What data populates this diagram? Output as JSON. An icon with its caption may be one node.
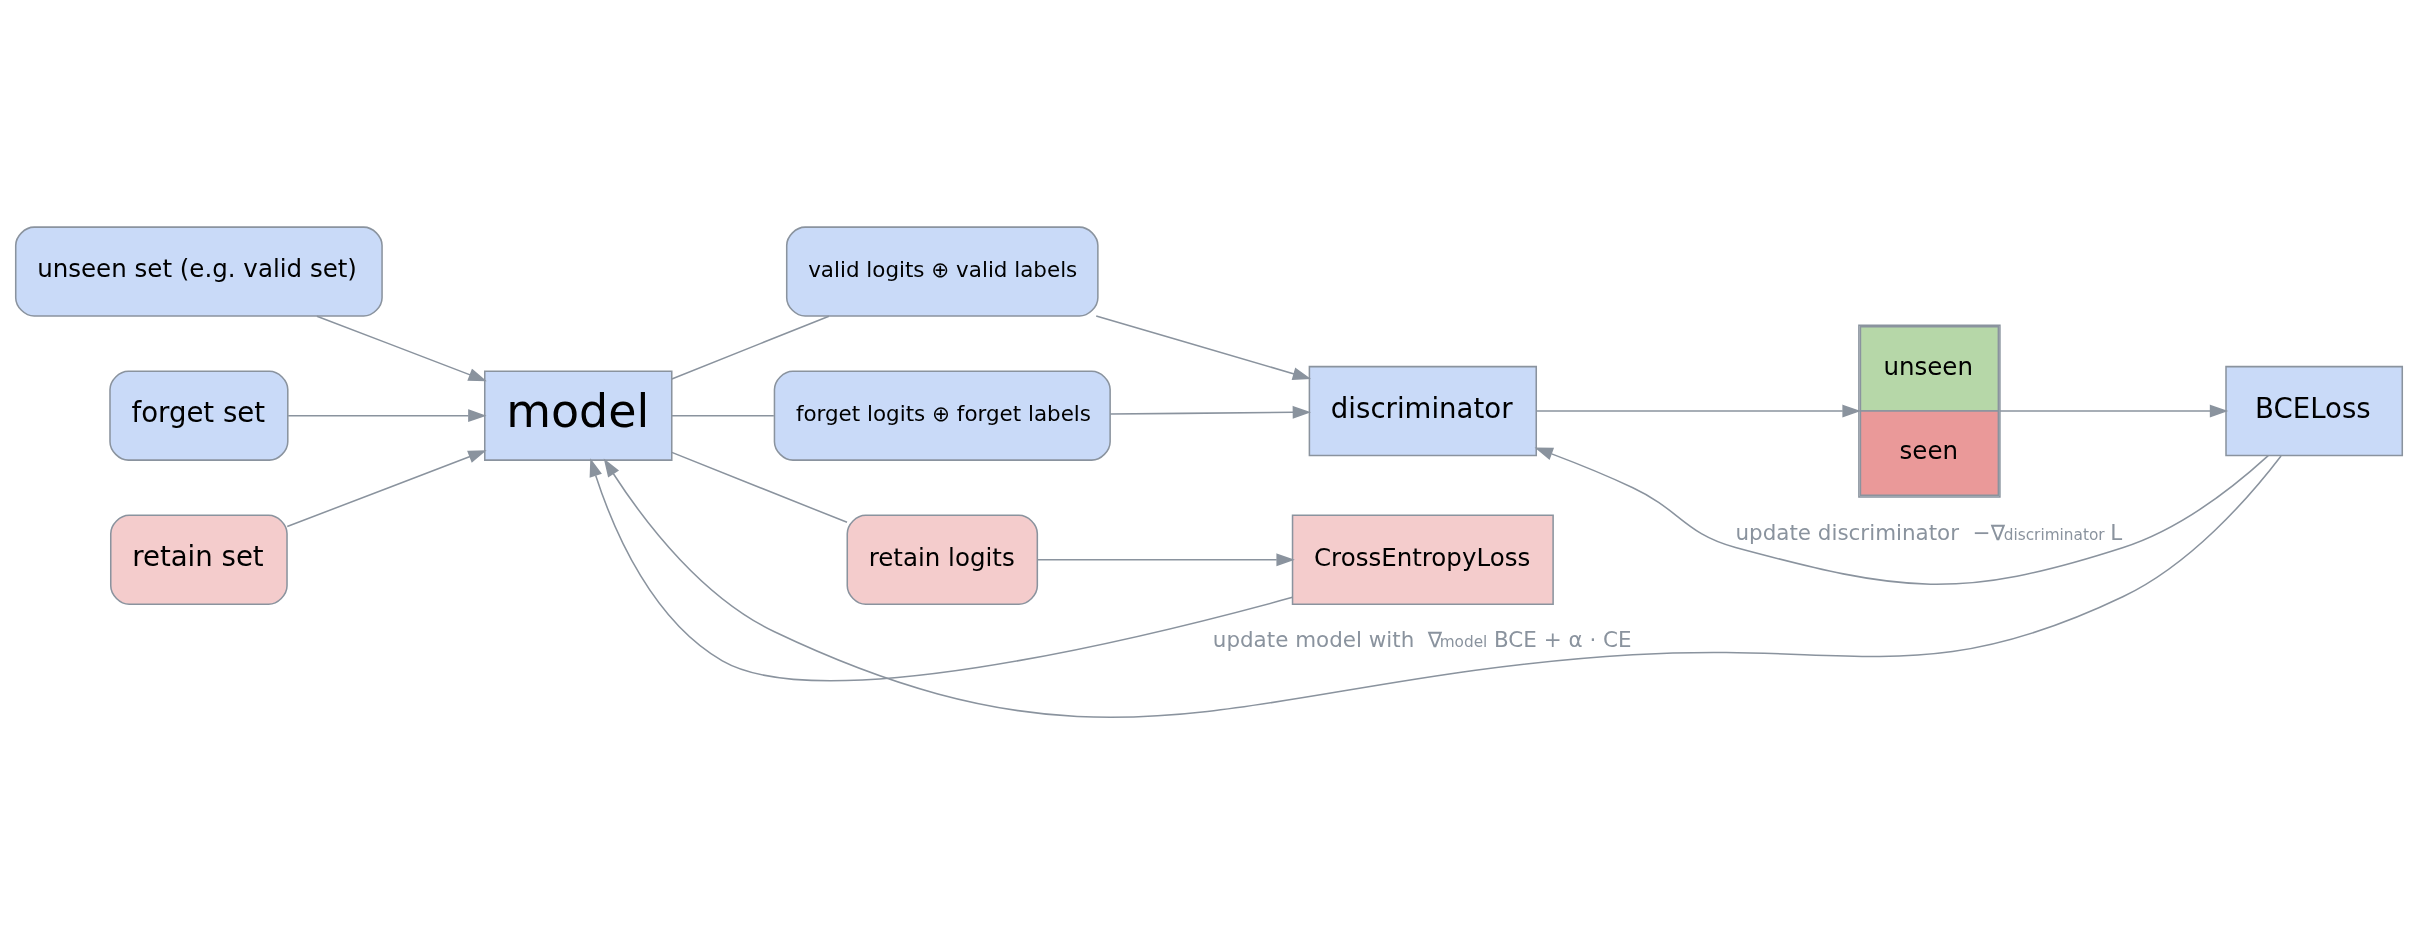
{
  "diagram": {
    "nodes": [
      {
        "text": [
          "unseen set (e.g. valid set)"
        ]
      },
      {
        "text": [
          "forget set"
        ]
      },
      {
        "text": [
          "retain set"
        ]
      },
      {
        "text": [
          "model"
        ]
      },
      {
        "text": [
          "valid logits ⊕ valid labels"
        ]
      },
      {
        "text": [
          "forget logits ⊕ forget labels"
        ]
      },
      {
        "text": [
          "retain logits"
        ]
      },
      {
        "text": [
          "discriminator"
        ]
      },
      {
        "text": [
          "unseen",
          "seen"
        ]
      },
      {
        "text": [
          "BCELoss"
        ]
      },
      {
        "text": [
          "CrossEntropyLoss"
        ]
      }
    ],
    "edges": [
      {
        "from": 0,
        "to": 3,
        "arrow": "to"
      },
      {
        "from": 1,
        "to": 3,
        "arrow": "to"
      },
      {
        "from": 2,
        "to": 3,
        "arrow": "to"
      },
      {
        "from": 3,
        "to": 4,
        "arrow": "none"
      },
      {
        "from": 3,
        "to": 5,
        "arrow": "none"
      },
      {
        "from": 3,
        "to": 6,
        "arrow": "none"
      },
      {
        "from": 4,
        "to": 7,
        "arrow": "to"
      },
      {
        "from": 5,
        "to": 7,
        "arrow": "to"
      },
      {
        "from": 7,
        "to": 8,
        "arrow": "to"
      },
      {
        "from": 8,
        "to": 9,
        "arrow": "to"
      },
      {
        "from": 6,
        "to": 10,
        "arrow": "to"
      },
      {
        "from": 9,
        "to": 7,
        "arrow": "to",
        "label": "update discriminator  −∇$_{discriminator}$ L"
      },
      {
        "from": 9,
        "to": 3,
        "arrow": "to",
        "label": "update model with  ∇$_{model}$ BCE + α · CE"
      },
      {
        "from": 10,
        "to": 3,
        "arrow": "to"
      }
    ]
  }
}
